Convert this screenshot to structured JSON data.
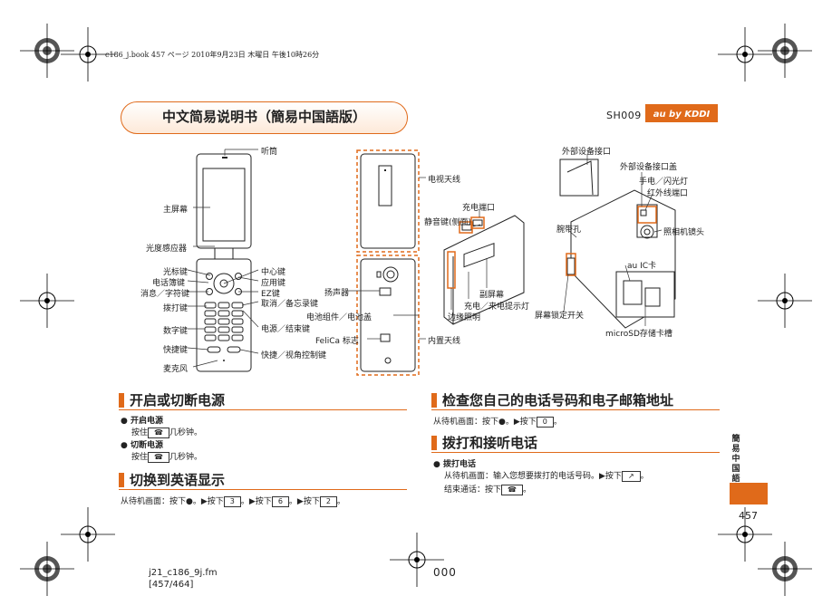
{
  "header": {
    "printer_line": "c186_j.book  457 ページ  2010年9月23日  木曜日  午後10時26分"
  },
  "title": "中文简易说明书（簡易中国語版）",
  "model": {
    "name": "SH009",
    "brand_logo": "au by KDDI"
  },
  "phone_front_labels": {
    "earpiece": "听筒",
    "main_screen": "主屏幕",
    "light_sensor": "光度感应器",
    "cursor_key": "光标键",
    "phonebook_key": "电话簿键",
    "message_key": "消息／字符键",
    "dial_key": "拨打键",
    "number_keys": "数字键",
    "shortcut_key": "快捷键",
    "microphone": "麦克风",
    "center_key": "中心键",
    "app_key": "应用键",
    "ez_key": "EZ键",
    "cancel_key": "取消／备忘录键",
    "power_key": "电源／结束键",
    "quick_view_key": "快捷／视角控制键"
  },
  "phone_back_labels": {
    "tv_antenna": "电视天线",
    "charge_port": "充电端口",
    "mute_key": "静音键(侧面)",
    "speaker": "扬声器",
    "battery": "电池组件／电池盖",
    "felica": "FeliCa 标志",
    "builtin_antenna": "内置天线",
    "sub_screen": "副屏幕",
    "charge_lamp": "充电／来电提示灯",
    "edge_light": "边缘照明"
  },
  "phone_side_labels": {
    "ext_port": "外部设备接口",
    "ext_port_cover": "外部设备接口盖",
    "flash": "手电／闪光灯",
    "ir_port": "红外线端口",
    "strap_hole": "腕带孔",
    "camera_lens": "照相机镜头",
    "au_ic_card": "au IC卡",
    "screen_lock": "屏幕锁定开关",
    "microsd_slot": "microSD存储卡槽"
  },
  "sections": {
    "power": {
      "heading": "开启或切断电源",
      "items": [
        {
          "title": "开启电源",
          "text_before": "按住",
          "key": "☎",
          "text_after": "几秒钟。"
        },
        {
          "title": "切断电源",
          "text_before": "按住",
          "key": "☎",
          "text_after": "几秒钟。"
        }
      ]
    },
    "english": {
      "heading": "切换到英语显示",
      "text_1": "从待机画面：按下",
      "center": "●",
      "text_2": "。▶按下",
      "key1": "3",
      "text_3": "。▶按下",
      "key2": "6",
      "text_4": "。▶按下",
      "key3": "2",
      "text_5": "。"
    },
    "check_number": {
      "heading": "检查您自己的电话号码和电子邮箱地址",
      "text_1": "从待机画面：按下",
      "center": "●",
      "text_2": "。▶按下",
      "key": "0",
      "text_3": "。"
    },
    "calls": {
      "heading": "拨打和接听电话",
      "item_title": "拨打电话",
      "line1_a": "从待机画面：输入您想要拨打的电话号码。▶按下",
      "line1_key": "↗",
      "line1_b": "。",
      "line2_a": "结束通话：按下",
      "line2_key": "☎",
      "line2_b": "。"
    }
  },
  "side_tab": "簡易中国語",
  "page_number": "457",
  "footer": {
    "file": "j21_c186_9j.fm",
    "pages": "[457/464]",
    "center_code": "000"
  },
  "colors": {
    "accent": "#e06a1a",
    "text": "#222222"
  }
}
